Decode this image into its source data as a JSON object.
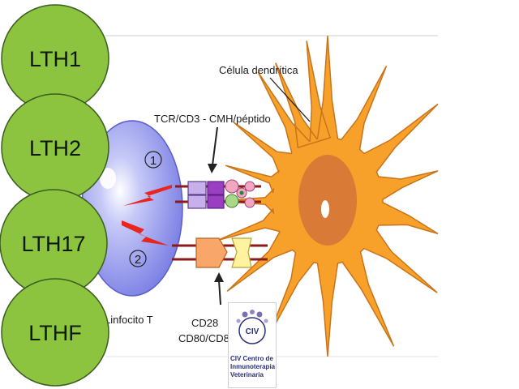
{
  "labels": {
    "dendritic_cell": "Célula dendrítica",
    "tcr": "TCR/CD3 - CMH/péptido",
    "lymphocyte": "Linfocito T",
    "cd28": "CD28",
    "cd80": "CD80/CD86",
    "signal_1": "1",
    "signal_2": "2"
  },
  "subsets": [
    "LTH1",
    "LTH2",
    "LTH17",
    "LTHF"
  ],
  "logo": {
    "abbr": "CIV",
    "line1": "CIV Centro de",
    "line2": "Inmunoterapia",
    "line3": "Veterinaria"
  },
  "colors": {
    "subset_fill": "#8dc43f",
    "subset_stroke": "#3a5e20",
    "dendritic": "#f7a12b",
    "dendritic_nucleus": "#d97a36",
    "lymphocyte": "#9fa3ee",
    "lightning": "#e8251f",
    "logo_text": "#2b2f7c"
  }
}
